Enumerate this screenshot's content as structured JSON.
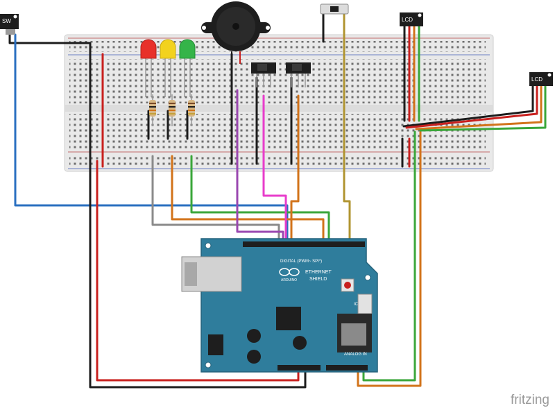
{
  "modules": {
    "sw": {
      "label": "SW"
    },
    "lcd_top": {
      "label": "LCD"
    },
    "lcd_right": {
      "label": "LCD"
    }
  },
  "leds": [
    {
      "color": "#e8302a"
    },
    {
      "color": "#f2d21e"
    },
    {
      "color": "#35b449"
    }
  ],
  "shield": {
    "title_line1": "ETHERNET",
    "title_line2": "SHIELD",
    "brand": "ARDUINO",
    "digital_header": "DIGITAL (PWM~ SPI*)",
    "analog_header": "ANALOG IN",
    "icsp": "ICSP",
    "board_color": "#2f7d9c"
  },
  "watermark": "fritzing",
  "wire_colors": {
    "black": "#1c1c1c",
    "red": "#c8201e",
    "blue": "#2a6fc0",
    "gray": "#8a8a8a",
    "orange": "#d2731a",
    "green": "#3aa63a",
    "purple": "#9a47b0",
    "magenta": "#e83ccb",
    "olive": "#b09430"
  }
}
